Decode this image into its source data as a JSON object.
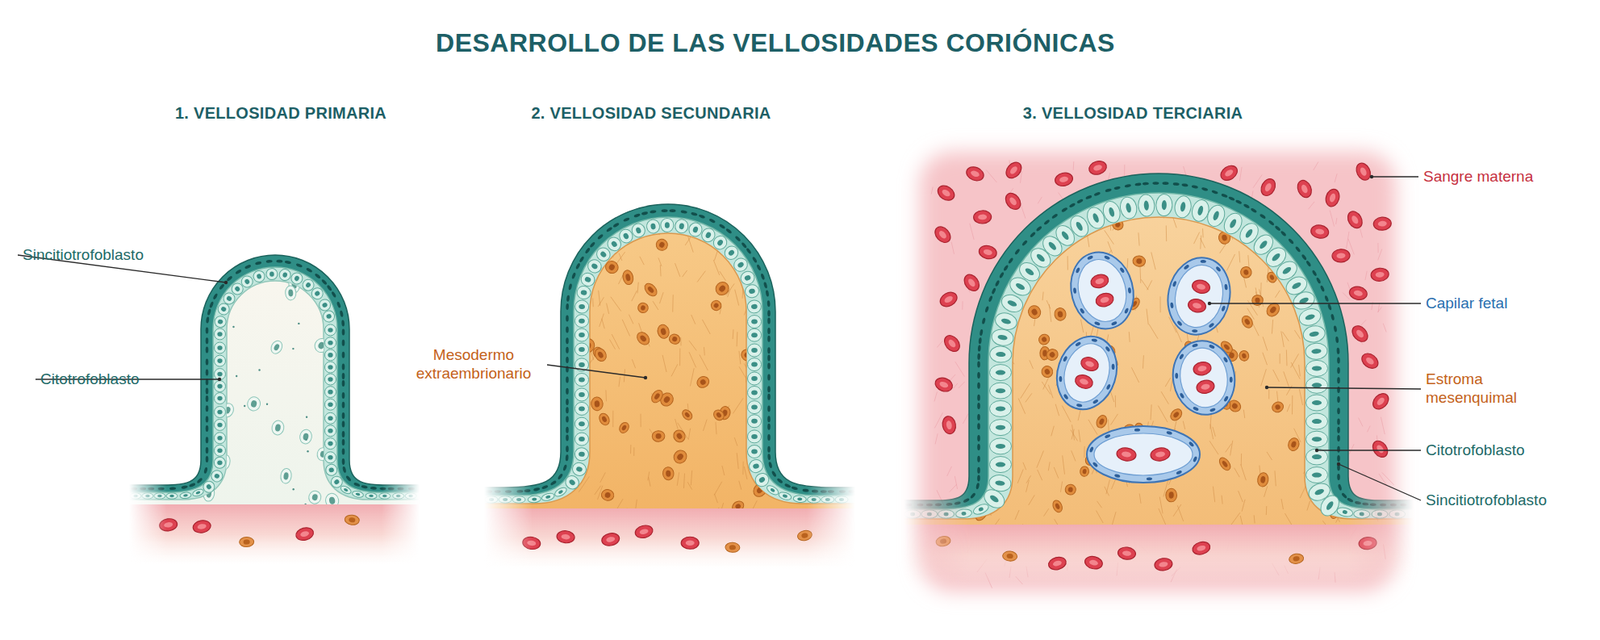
{
  "diagram": {
    "title": "DESARROLLO DE LAS VELLOSIDADES CORIÓNICAS",
    "labels": [
      "1. VELLOSIDAD PRIMARIA",
      "2. VELLOSIDAD SECUNDARIA",
      "3. VELLOSIDAD TERCIARIA",
      "Sincitiotrofoblasto",
      "Citotrofoblasto",
      "Mesodermo extraembrionario",
      "Sangre materna",
      "Capilar fetal",
      "Estroma mesenquimal",
      "Citotrofoblasto",
      "Sincitiotrofoblasto"
    ]
  }
}
